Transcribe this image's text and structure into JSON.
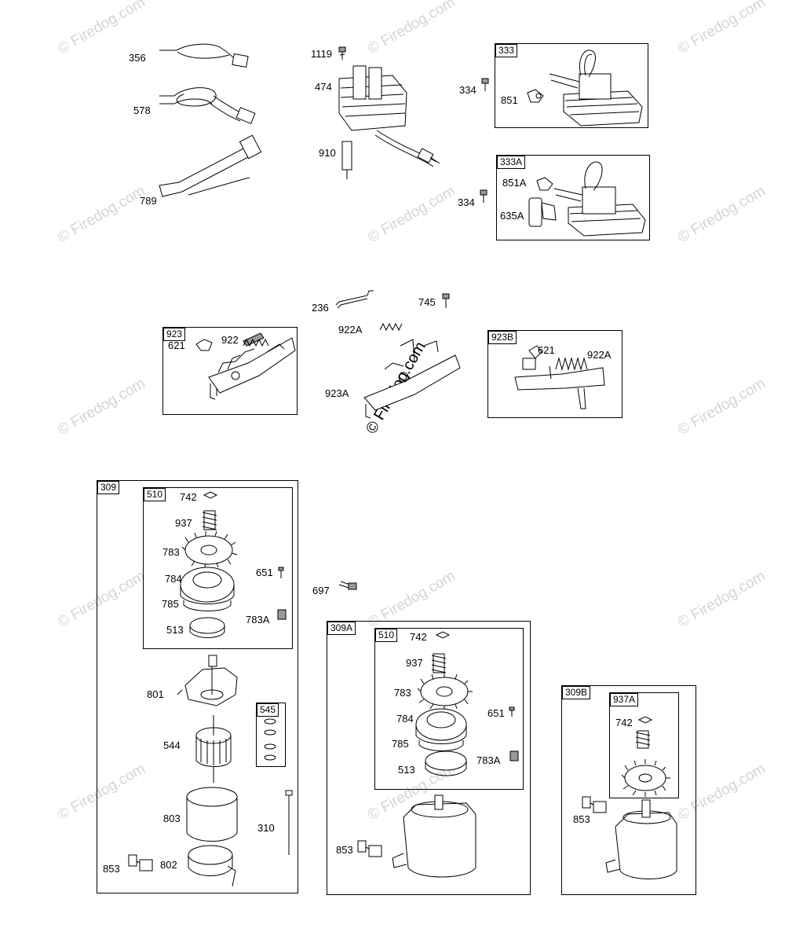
{
  "watermark": "© Firedog.com",
  "parts": {
    "p356": "356",
    "p578": "578",
    "p789": "789",
    "p1119": "1119",
    "p474": "474",
    "p910": "910",
    "p334a": "334",
    "p851": "851",
    "p334b": "334",
    "p851a": "851A",
    "p635a": "635A",
    "p236": "236",
    "p745": "745",
    "p922": "922",
    "p621a": "621",
    "p922a_mid": "922A",
    "p923a": "923A",
    "p621b": "621",
    "p922a_right": "922A",
    "p742a": "742",
    "p937a": "937",
    "p783a": "783",
    "p784a": "784",
    "p785a": "785",
    "p513a": "513",
    "p651a": "651",
    "p783Aa": "783A",
    "p801": "801",
    "p544": "544",
    "p803": "803",
    "p310": "310",
    "p853a": "853",
    "p802": "802",
    "p697": "697",
    "p742b": "742",
    "p937b": "937",
    "p783b": "783",
    "p784b": "784",
    "p785b": "785",
    "p513b": "513",
    "p651b": "651",
    "p783Ab": "783A",
    "p853b": "853",
    "p742c": "742",
    "p853c": "853"
  },
  "groups": {
    "g333": "333",
    "g333A": "333A",
    "g923": "923",
    "g923B": "923B",
    "g309": "309",
    "g510a": "510",
    "g545": "545",
    "g309A": "309A",
    "g510b": "510",
    "g309B": "309B",
    "g937A": "937A"
  }
}
